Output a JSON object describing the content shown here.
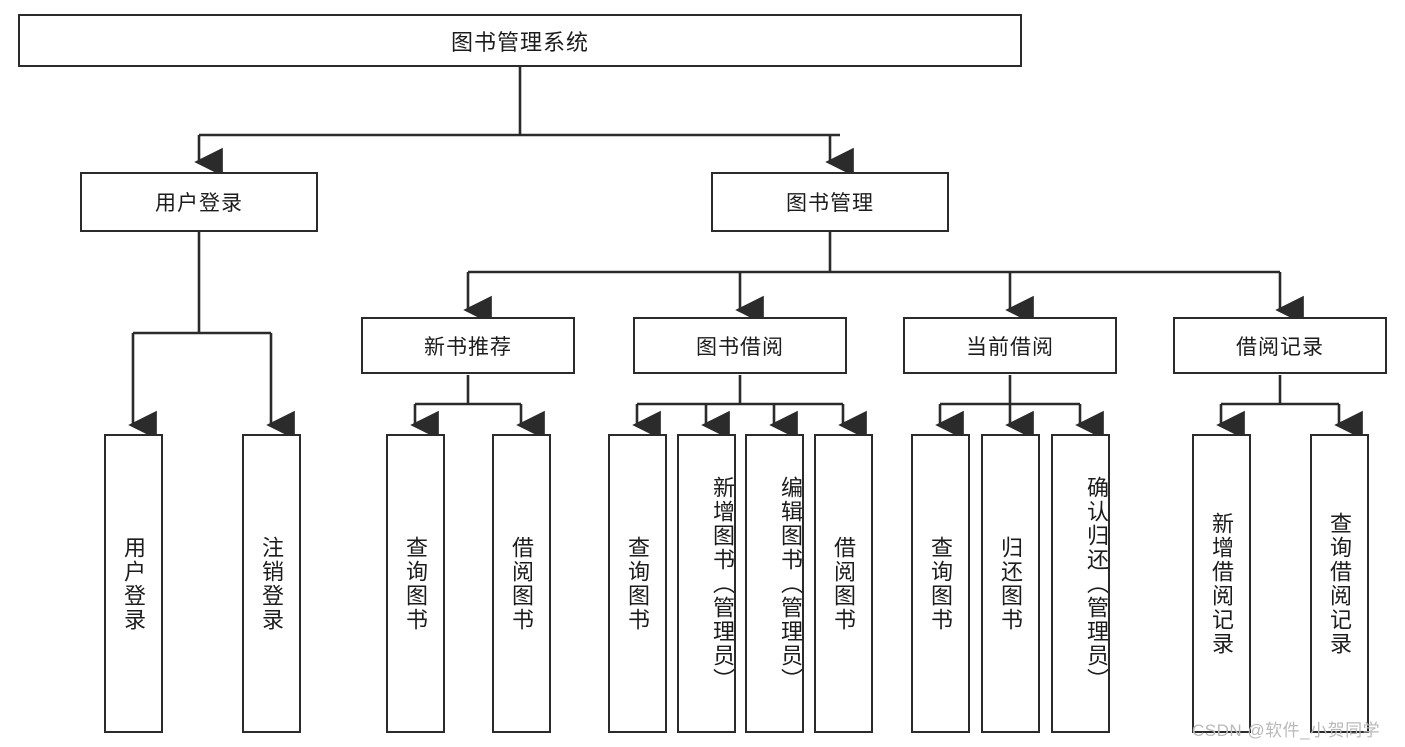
{
  "diagram": {
    "title": "图书管理系统",
    "type": "hierarchy-tree",
    "watermark": "CSDN @软件_小贺同学",
    "colors": {
      "stroke": "#2b2b2b",
      "fill": "#ffffff",
      "text": "#1c1c1c",
      "watermark": "#b9b9b9"
    },
    "root": {
      "label": "图书管理系统"
    },
    "level2": [
      {
        "label": "用户登录"
      },
      {
        "label": "图书管理"
      }
    ],
    "level3": [
      {
        "label": "新书推荐"
      },
      {
        "label": "图书借阅"
      },
      {
        "label": "当前借阅"
      },
      {
        "label": "借阅记录"
      }
    ],
    "leaves": {
      "user_login": [
        {
          "label": "用户登录"
        },
        {
          "label": "注销登录"
        }
      ],
      "new_book": [
        {
          "label": "查询图书"
        },
        {
          "label": "借阅图书"
        }
      ],
      "book_borrow": [
        {
          "label": "查询图书"
        },
        {
          "label": "新增图书（管理员）"
        },
        {
          "label": "编辑图书（管理员）"
        },
        {
          "label": "借阅图书"
        }
      ],
      "current_borrow": [
        {
          "label": "查询图书"
        },
        {
          "label": "归还图书"
        },
        {
          "label": "确认归还（管理员）"
        }
      ],
      "borrow_record": [
        {
          "label": "新增借阅记录"
        },
        {
          "label": "查询借阅记录"
        }
      ]
    }
  }
}
